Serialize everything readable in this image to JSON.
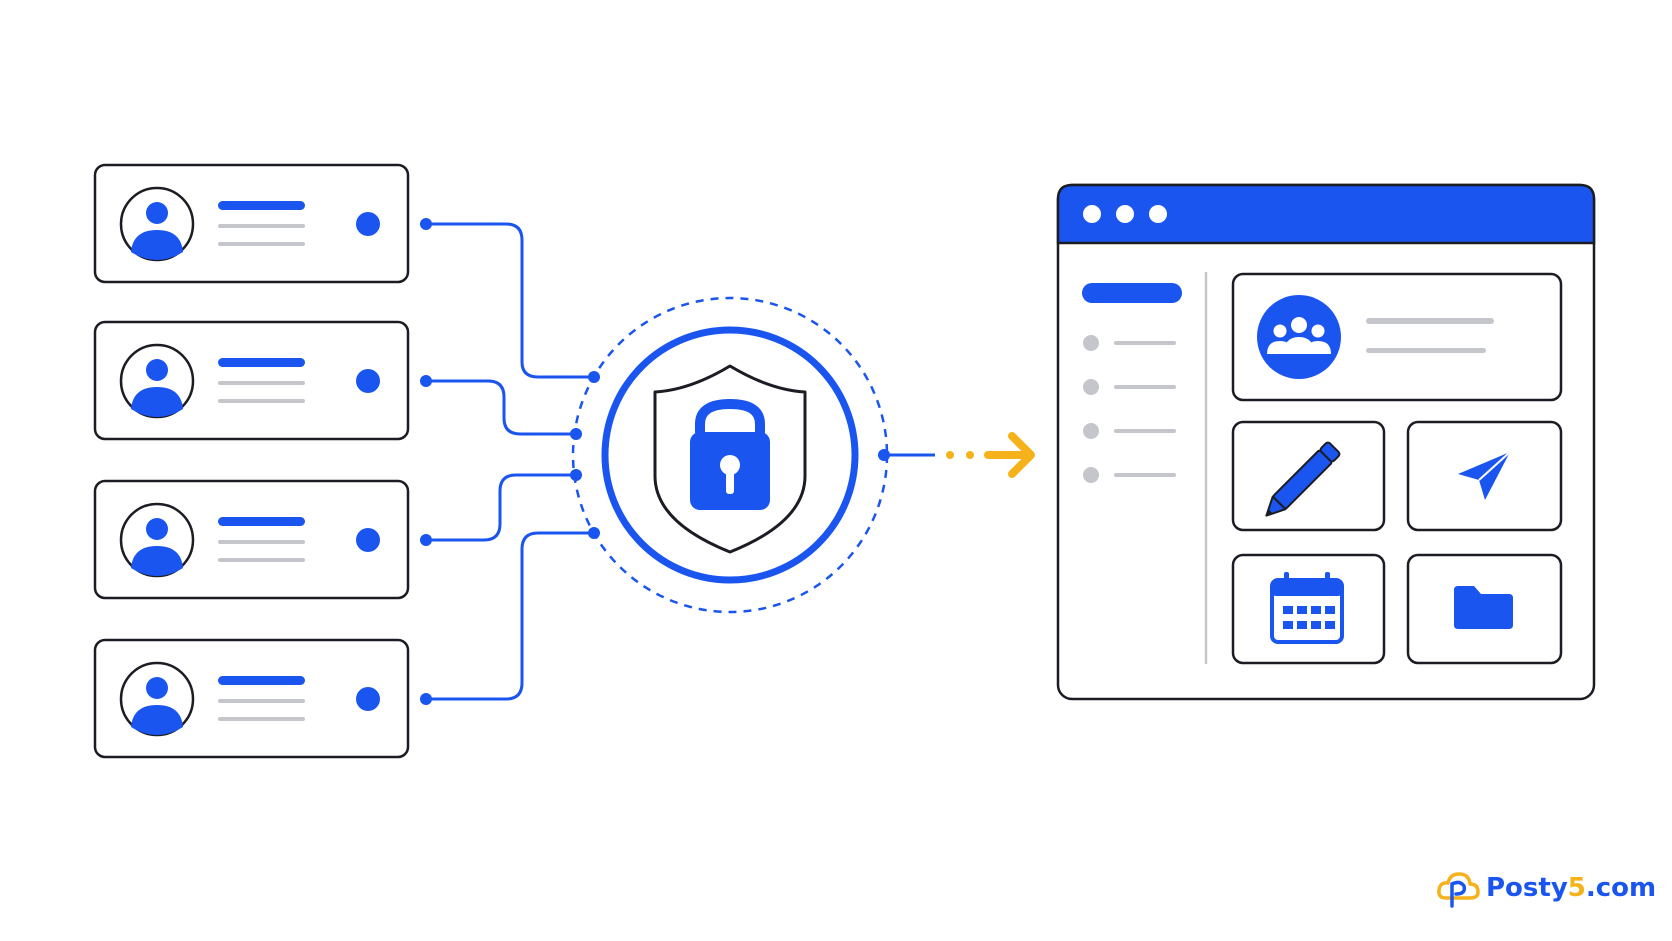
{
  "colors": {
    "accent": "#1a55f0",
    "outline": "#1c1c24",
    "muted": "#c4c6cc",
    "arrow": "#f5b21b",
    "background": "#ffffff"
  },
  "left_panel": {
    "accounts": [
      {
        "icon": "user-avatar-icon",
        "status": "active"
      },
      {
        "icon": "user-avatar-icon",
        "status": "active"
      },
      {
        "icon": "user-avatar-icon",
        "status": "active"
      },
      {
        "icon": "user-avatar-icon",
        "status": "active"
      }
    ]
  },
  "center": {
    "icon": "shield-lock-icon"
  },
  "flow": {
    "icon": "arrow-right-icon"
  },
  "app_window": {
    "header_dots": 3,
    "sidebar_items": 4,
    "team_icon": "team-icon",
    "tiles": [
      "pencil-icon",
      "paper-plane-icon",
      "calendar-icon",
      "folder-icon"
    ]
  },
  "watermark": {
    "brand": "Posty",
    "number": "5",
    "suffix": ".com"
  }
}
